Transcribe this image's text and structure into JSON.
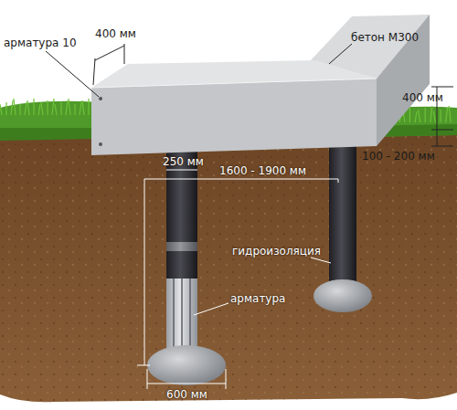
{
  "diagram": {
    "labels": [
      "арматура 10",
      "400 мм",
      "бетон М300",
      "400 мм",
      "100 - 200 мм",
      "250 мм",
      "1600 - 1900 мм",
      "гидроизоляция",
      "арматура",
      "600 мм"
    ]
  }
}
